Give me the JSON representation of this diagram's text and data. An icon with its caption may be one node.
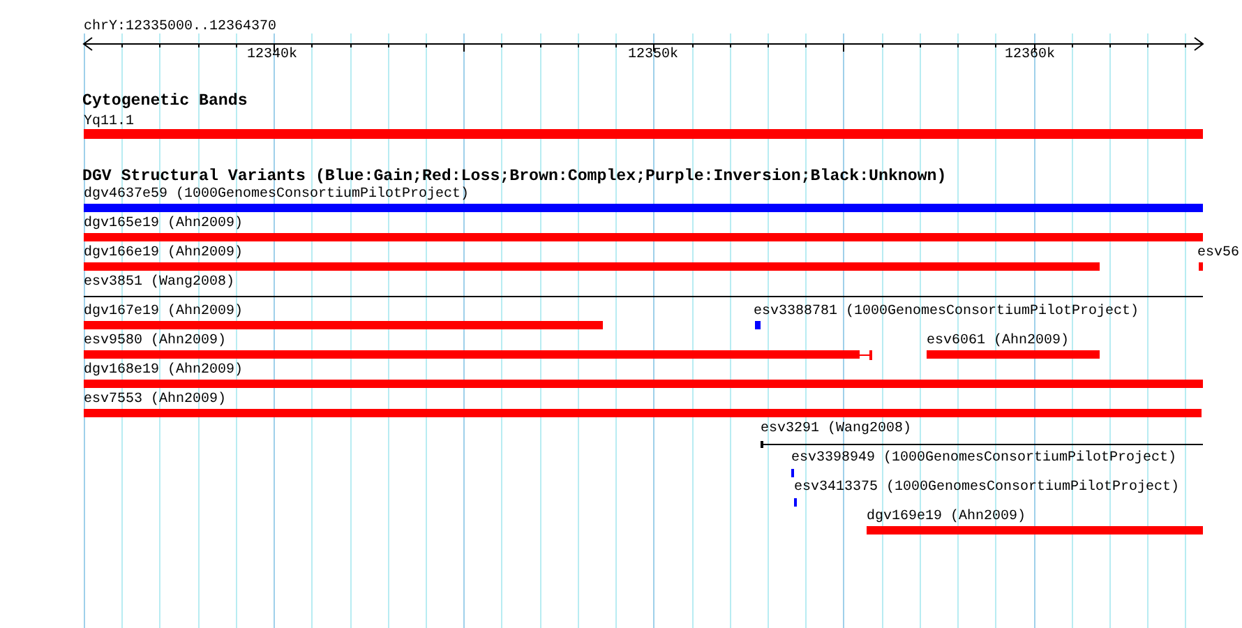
{
  "diagram": {
    "labels": [
      "chrY:12335000..12364370",
      "12340k",
      "12350k",
      "12360k",
      "Cytogenetic Bands",
      "Yq11.1",
      "DGV Structural Variants (Blue:Gain;Red:Loss;Brown:Complex;Purple:Inversion;Black:Unknown)",
      "dgv4637e59 (1000GenomesConsortiumPilotProject)",
      "dgv165e19 (Ahn2009)",
      "dgv166e19 (Ahn2009)",
      "esv56",
      "esv3851 (Wang2008)",
      "dgv167e19 (Ahn2009)",
      "esv3388781 (1000GenomesConsortiumPilotProject)",
      "esv9580 (Ahn2009)",
      "esv6061 (Ahn2009)",
      "dgv168e19 (Ahn2009)",
      "esv7553 (Ahn2009)",
      "esv3291 (Wang2008)",
      "esv3398949 (1000GenomesConsortiumPilotProject)",
      "esv3413375 (1000GenomesConsortiumPilotProject)",
      "dgv169e19 (Ahn2009)"
    ]
  }
}
